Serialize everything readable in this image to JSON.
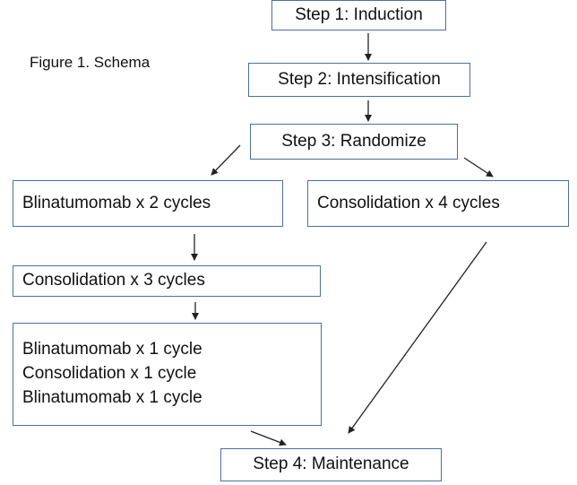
{
  "caption": "Figure 1. Schema",
  "steps": {
    "step1": "Step 1: Induction",
    "step2": "Step 2: Intensification",
    "step3": "Step 3: Randomize",
    "step4": "Step 4:  Maintenance"
  },
  "arms": {
    "left_first": "Blinatumomab x 2 cycles",
    "left_second": "Consolidation x 3 cycles",
    "left_third": [
      "Blinatumomab x 1 cycle",
      "Consolidation x 1 cycle",
      "Blinatumomab x 1 cycle"
    ],
    "right": "Consolidation x 4 cycles"
  },
  "colors": {
    "box_border": "#4a6fa5",
    "arrow": "#222222"
  }
}
